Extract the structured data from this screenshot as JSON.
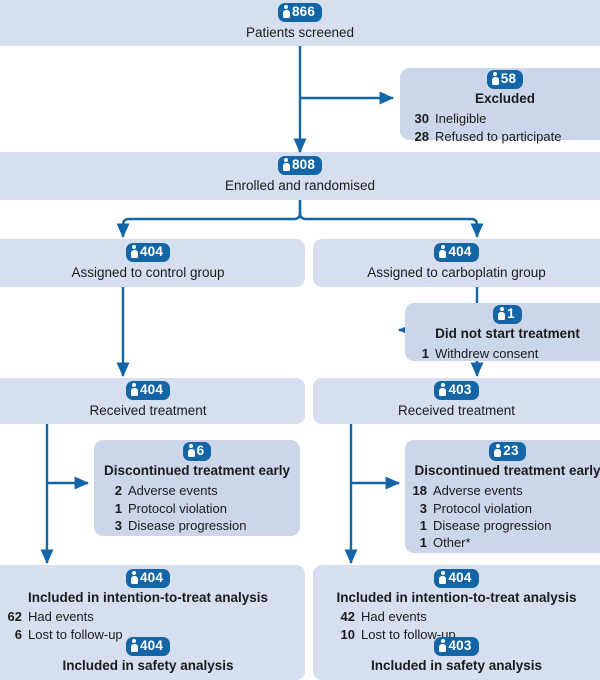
{
  "figure": {
    "type": "consort-flow-diagram",
    "icon_name": "person-icon",
    "colors": {
      "band": "#d6dff0",
      "callout": "#ccd6ea",
      "badge": "#1365a6",
      "connector": "#1365a6",
      "text": "#1b1b1b"
    }
  },
  "nodes": {
    "screened": {
      "count": "866",
      "label": "Patients screened"
    },
    "excluded": {
      "count": "58",
      "label": "Excluded",
      "reasons": [
        {
          "n": "30",
          "t": "Ineligible"
        },
        {
          "n": "28",
          "t": "Refused to participate"
        }
      ]
    },
    "enrolled": {
      "count": "808",
      "label": "Enrolled and randomised"
    },
    "assigned_control": {
      "count": "404",
      "label": "Assigned to control group"
    },
    "assigned_carbo": {
      "count": "404",
      "label": "Assigned to carboplatin group"
    },
    "did_not_start": {
      "count": "1",
      "label": "Did not start treatment",
      "reasons": [
        {
          "n": "1",
          "t": "Withdrew consent"
        }
      ]
    },
    "received_control": {
      "count": "404",
      "label": "Received treatment"
    },
    "received_carbo": {
      "count": "403",
      "label": "Received treatment"
    },
    "disc_control": {
      "count": "6",
      "label": "Discontinued treatment early",
      "reasons": [
        {
          "n": "2",
          "t": "Adverse events"
        },
        {
          "n": "1",
          "t": "Protocol violation"
        },
        {
          "n": "3",
          "t": "Disease progression"
        }
      ]
    },
    "disc_carbo": {
      "count": "23",
      "label": "Discontinued treatment early",
      "reasons": [
        {
          "n": "18",
          "t": "Adverse events"
        },
        {
          "n": "3",
          "t": "Protocol violation"
        },
        {
          "n": "1",
          "t": "Disease progression"
        },
        {
          "n": "1",
          "t": "Other*"
        }
      ]
    },
    "itt_control": {
      "count": "404",
      "label": "Included in intention-to-treat analysis",
      "reasons": [
        {
          "n": "62",
          "t": "Had events"
        },
        {
          "n": "6",
          "t": "Lost to follow-up"
        }
      ]
    },
    "itt_carbo": {
      "count": "404",
      "label": "Included in intention-to-treat analysis",
      "reasons": [
        {
          "n": "42",
          "t": "Had events"
        },
        {
          "n": "10",
          "t": "Lost to follow-up"
        }
      ]
    },
    "safety_control": {
      "count": "404",
      "label": "Included in safety analysis"
    },
    "safety_carbo": {
      "count": "403",
      "label": "Included in safety analysis"
    }
  }
}
